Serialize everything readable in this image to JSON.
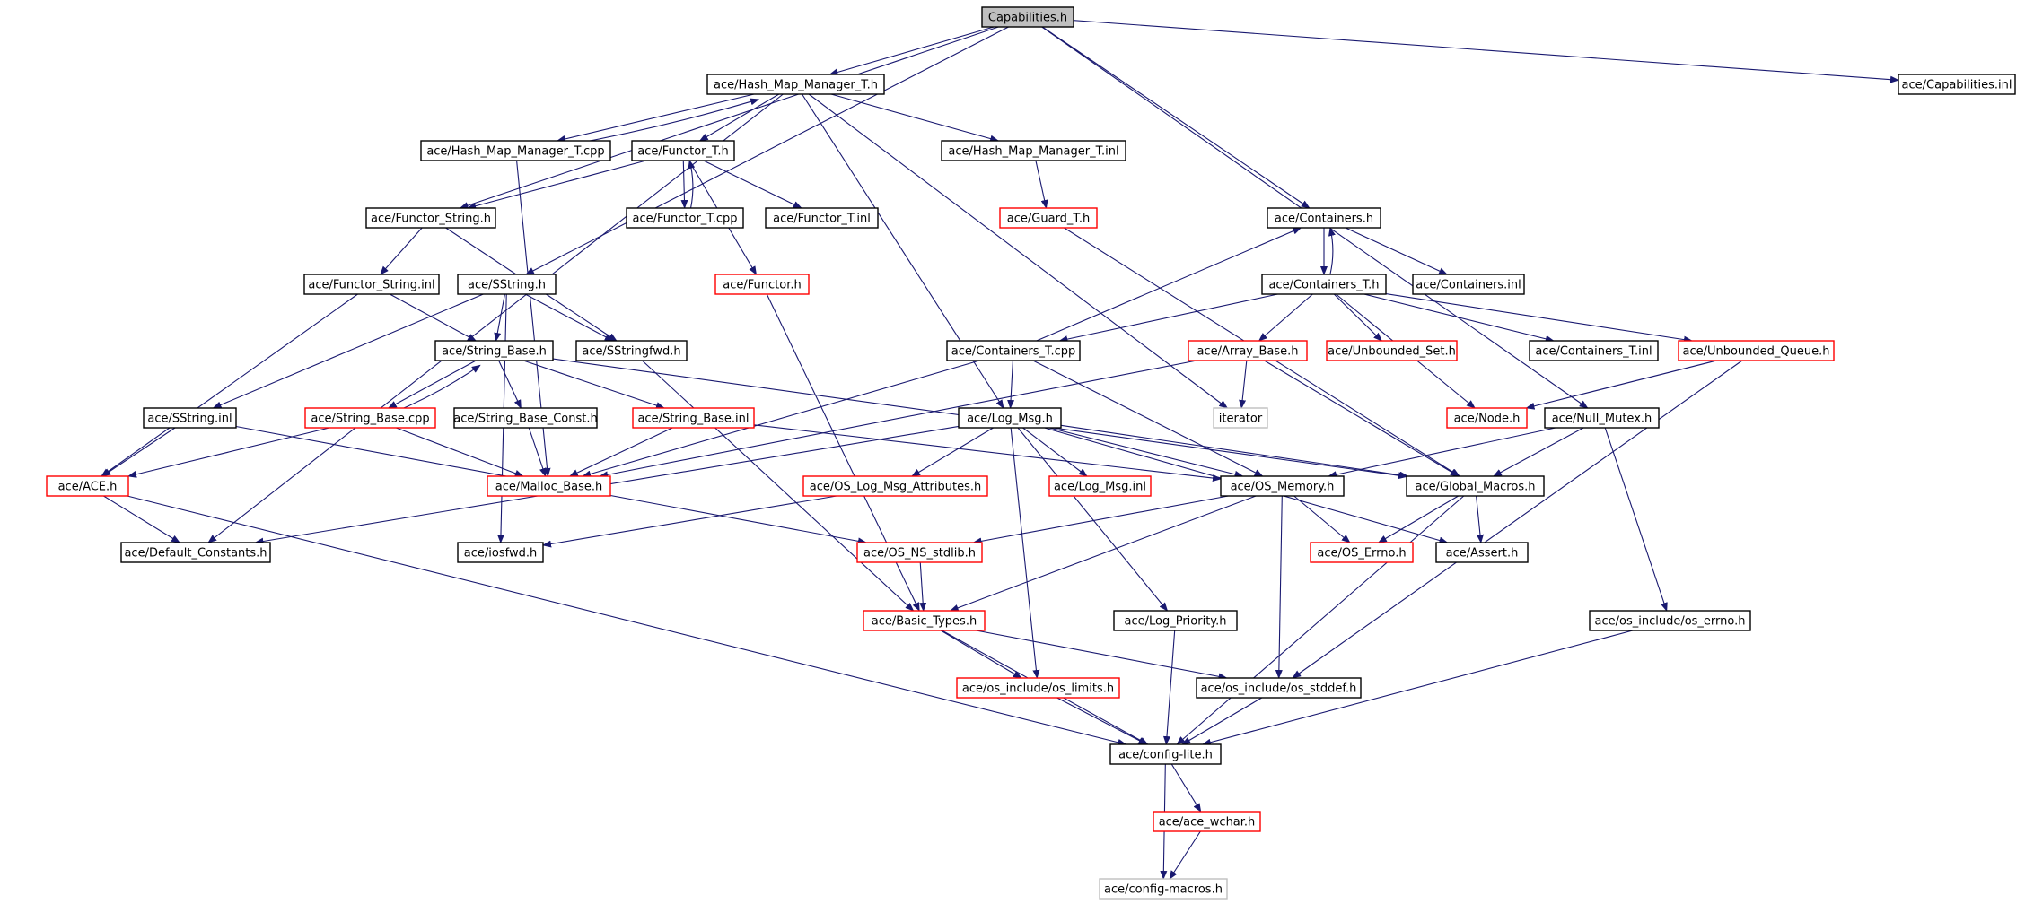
{
  "graph": {
    "nodes": [
      {
        "id": "capabilities_h",
        "label": "Capabilities.h",
        "style": "root"
      },
      {
        "id": "hash_map_manager_t_h",
        "label": "ace/Hash_Map_Manager_T.h",
        "style": "normal"
      },
      {
        "id": "capabilities_inl",
        "label": "ace/Capabilities.inl",
        "style": "normal"
      },
      {
        "id": "hash_map_manager_t_cpp",
        "label": "ace/Hash_Map_Manager_T.cpp",
        "style": "normal"
      },
      {
        "id": "functor_t_h",
        "label": "ace/Functor_T.h",
        "style": "normal"
      },
      {
        "id": "hash_map_manager_t_inl",
        "label": "ace/Hash_Map_Manager_T.inl",
        "style": "normal"
      },
      {
        "id": "functor_string_h",
        "label": "ace/Functor_String.h",
        "style": "normal"
      },
      {
        "id": "functor_t_cpp",
        "label": "ace/Functor_T.cpp",
        "style": "normal"
      },
      {
        "id": "functor_t_inl",
        "label": "ace/Functor_T.inl",
        "style": "normal"
      },
      {
        "id": "guard_t_h",
        "label": "ace/Guard_T.h",
        "style": "red"
      },
      {
        "id": "containers_h",
        "label": "ace/Containers.h",
        "style": "normal"
      },
      {
        "id": "functor_string_inl",
        "label": "ace/Functor_String.inl",
        "style": "normal"
      },
      {
        "id": "sstring_h",
        "label": "ace/SString.h",
        "style": "normal"
      },
      {
        "id": "functor_h",
        "label": "ace/Functor.h",
        "style": "red"
      },
      {
        "id": "containers_t_h",
        "label": "ace/Containers_T.h",
        "style": "normal"
      },
      {
        "id": "containers_inl",
        "label": "ace/Containers.inl",
        "style": "normal"
      },
      {
        "id": "string_base_h",
        "label": "ace/String_Base.h",
        "style": "normal"
      },
      {
        "id": "sstringfwd_h",
        "label": "ace/SStringfwd.h",
        "style": "normal"
      },
      {
        "id": "containers_t_cpp",
        "label": "ace/Containers_T.cpp",
        "style": "normal"
      },
      {
        "id": "array_base_h",
        "label": "ace/Array_Base.h",
        "style": "red"
      },
      {
        "id": "unbounded_set_h",
        "label": "ace/Unbounded_Set.h",
        "style": "red"
      },
      {
        "id": "containers_t_inl",
        "label": "ace/Containers_T.inl",
        "style": "normal"
      },
      {
        "id": "unbounded_queue_h",
        "label": "ace/Unbounded_Queue.h",
        "style": "red"
      },
      {
        "id": "sstring_inl",
        "label": "ace/SString.inl",
        "style": "normal"
      },
      {
        "id": "string_base_cpp",
        "label": "ace/String_Base.cpp",
        "style": "red"
      },
      {
        "id": "string_base_const_h",
        "label": "ace/String_Base_Const.h",
        "style": "normal"
      },
      {
        "id": "string_base_inl",
        "label": "ace/String_Base.inl",
        "style": "red"
      },
      {
        "id": "log_msg_h",
        "label": "ace/Log_Msg.h",
        "style": "normal"
      },
      {
        "id": "iterator",
        "label": "iterator",
        "style": "gray"
      },
      {
        "id": "node_h",
        "label": "ace/Node.h",
        "style": "red"
      },
      {
        "id": "null_mutex_h",
        "label": "ace/Null_Mutex.h",
        "style": "normal"
      },
      {
        "id": "ace_h",
        "label": "ace/ACE.h",
        "style": "red"
      },
      {
        "id": "malloc_base_h",
        "label": "ace/Malloc_Base.h",
        "style": "red"
      },
      {
        "id": "os_log_msg_attributes_h",
        "label": "ace/OS_Log_Msg_Attributes.h",
        "style": "red"
      },
      {
        "id": "log_msg_inl",
        "label": "ace/Log_Msg.inl",
        "style": "red"
      },
      {
        "id": "os_memory_h",
        "label": "ace/OS_Memory.h",
        "style": "normal"
      },
      {
        "id": "global_macros_h",
        "label": "ace/Global_Macros.h",
        "style": "normal"
      },
      {
        "id": "default_constants_h",
        "label": "ace/Default_Constants.h",
        "style": "normal"
      },
      {
        "id": "iosfwd_h",
        "label": "ace/iosfwd.h",
        "style": "normal"
      },
      {
        "id": "os_ns_stdlib_h",
        "label": "ace/OS_NS_stdlib.h",
        "style": "red"
      },
      {
        "id": "os_errno_h",
        "label": "ace/OS_Errno.h",
        "style": "red"
      },
      {
        "id": "assert_h",
        "label": "ace/Assert.h",
        "style": "normal"
      },
      {
        "id": "basic_types_h",
        "label": "ace/Basic_Types.h",
        "style": "red"
      },
      {
        "id": "log_priority_h",
        "label": "ace/Log_Priority.h",
        "style": "normal"
      },
      {
        "id": "os_include_os_errno_h",
        "label": "ace/os_include/os_errno.h",
        "style": "normal"
      },
      {
        "id": "os_include_os_limits_h",
        "label": "ace/os_include/os_limits.h",
        "style": "red"
      },
      {
        "id": "os_include_os_stddef_h",
        "label": "ace/os_include/os_stddef.h",
        "style": "normal"
      },
      {
        "id": "config_lite_h",
        "label": "ace/config-lite.h",
        "style": "normal"
      },
      {
        "id": "ace_wchar_h",
        "label": "ace/ace_wchar.h",
        "style": "red"
      },
      {
        "id": "config_macros_h",
        "label": "ace/config-macros.h",
        "style": "gray"
      }
    ],
    "edges": [
      [
        "capabilities_h",
        "hash_map_manager_t_h"
      ],
      [
        "capabilities_h",
        "capabilities_inl"
      ],
      [
        "capabilities_h",
        "functor_string_h"
      ],
      [
        "capabilities_h",
        "sstring_h"
      ],
      [
        "capabilities_h",
        "containers_h"
      ],
      [
        "capabilities_h",
        "null_mutex_h"
      ],
      [
        "hash_map_manager_t_h",
        "hash_map_manager_t_cpp"
      ],
      [
        "hash_map_manager_t_cpp",
        "hash_map_manager_t_h"
      ],
      [
        "hash_map_manager_t_h",
        "functor_t_h"
      ],
      [
        "hash_map_manager_t_h",
        "hash_map_manager_t_inl"
      ],
      [
        "hash_map_manager_t_h",
        "log_msg_h"
      ],
      [
        "hash_map_manager_t_h",
        "iterator"
      ],
      [
        "hash_map_manager_t_h",
        "default_constants_h"
      ],
      [
        "hash_map_manager_t_cpp",
        "malloc_base_h"
      ],
      [
        "functor_t_h",
        "functor_string_h"
      ],
      [
        "functor_t_h",
        "functor_t_cpp"
      ],
      [
        "functor_t_cpp",
        "functor_t_h"
      ],
      [
        "functor_t_h",
        "functor_t_inl"
      ],
      [
        "functor_t_h",
        "functor_h"
      ],
      [
        "hash_map_manager_t_inl",
        "guard_t_h"
      ],
      [
        "guard_t_h",
        "global_macros_h"
      ],
      [
        "functor_string_h",
        "functor_string_inl"
      ],
      [
        "functor_string_h",
        "sstringfwd_h"
      ],
      [
        "functor_string_inl",
        "string_base_h"
      ],
      [
        "functor_string_inl",
        "ace_h"
      ],
      [
        "sstring_h",
        "string_base_h"
      ],
      [
        "sstring_h",
        "sstringfwd_h"
      ],
      [
        "sstring_h",
        "sstring_inl"
      ],
      [
        "sstring_h",
        "iosfwd_h"
      ],
      [
        "sstringfwd_h",
        "basic_types_h"
      ],
      [
        "functor_h",
        "basic_types_h"
      ],
      [
        "containers_h",
        "containers_t_h"
      ],
      [
        "containers_t_h",
        "containers_h"
      ],
      [
        "containers_h",
        "containers_inl"
      ],
      [
        "containers_t_h",
        "containers_t_cpp"
      ],
      [
        "containers_t_cpp",
        "containers_h"
      ],
      [
        "containers_t_h",
        "array_base_h"
      ],
      [
        "containers_t_h",
        "unbounded_set_h"
      ],
      [
        "containers_t_h",
        "node_h"
      ],
      [
        "containers_t_h",
        "containers_t_inl"
      ],
      [
        "containers_t_h",
        "unbounded_queue_h"
      ],
      [
        "containers_t_cpp",
        "log_msg_h"
      ],
      [
        "containers_t_cpp",
        "malloc_base_h"
      ],
      [
        "containers_t_cpp",
        "os_memory_h"
      ],
      [
        "array_base_h",
        "iterator"
      ],
      [
        "array_base_h",
        "malloc_base_h"
      ],
      [
        "array_base_h",
        "global_macros_h"
      ],
      [
        "unbounded_queue_h",
        "node_h"
      ],
      [
        "unbounded_queue_h",
        "os_include_os_stddef_h"
      ],
      [
        "string_base_h",
        "string_base_cpp"
      ],
      [
        "string_base_cpp",
        "string_base_h"
      ],
      [
        "string_base_h",
        "string_base_const_h"
      ],
      [
        "string_base_h",
        "string_base_inl"
      ],
      [
        "string_base_h",
        "global_macros_h"
      ],
      [
        "sstring_inl",
        "ace_h"
      ],
      [
        "sstring_inl",
        "os_ns_stdlib_h"
      ],
      [
        "string_base_cpp",
        "malloc_base_h"
      ],
      [
        "string_base_cpp",
        "ace_h"
      ],
      [
        "string_base_const_h",
        "malloc_base_h"
      ],
      [
        "string_base_inl",
        "malloc_base_h"
      ],
      [
        "string_base_inl",
        "os_memory_h"
      ],
      [
        "log_msg_h",
        "os_log_msg_attributes_h"
      ],
      [
        "log_msg_h",
        "log_msg_inl"
      ],
      [
        "log_msg_h",
        "os_memory_h"
      ],
      [
        "log_msg_h",
        "global_macros_h"
      ],
      [
        "log_msg_h",
        "default_constants_h"
      ],
      [
        "log_msg_h",
        "log_priority_h"
      ],
      [
        "log_msg_h",
        "os_include_os_limits_h"
      ],
      [
        "log_msg_h",
        "assert_h"
      ],
      [
        "null_mutex_h",
        "os_memory_h"
      ],
      [
        "null_mutex_h",
        "global_macros_h"
      ],
      [
        "null_mutex_h",
        "os_include_os_errno_h"
      ],
      [
        "ace_h",
        "default_constants_h"
      ],
      [
        "ace_h",
        "config_lite_h"
      ],
      [
        "os_log_msg_attributes_h",
        "iosfwd_h"
      ],
      [
        "os_memory_h",
        "os_ns_stdlib_h"
      ],
      [
        "os_memory_h",
        "os_errno_h"
      ],
      [
        "os_memory_h",
        "basic_types_h"
      ],
      [
        "os_memory_h",
        "os_include_os_stddef_h"
      ],
      [
        "global_macros_h",
        "os_errno_h"
      ],
      [
        "global_macros_h",
        "assert_h"
      ],
      [
        "global_macros_h",
        "config_lite_h"
      ],
      [
        "os_ns_stdlib_h",
        "basic_types_h"
      ],
      [
        "basic_types_h",
        "os_include_os_limits_h"
      ],
      [
        "basic_types_h",
        "os_include_os_stddef_h"
      ],
      [
        "basic_types_h",
        "config_lite_h"
      ],
      [
        "log_priority_h",
        "config_lite_h"
      ],
      [
        "os_include_os_errno_h",
        "config_lite_h"
      ],
      [
        "os_include_os_limits_h",
        "config_lite_h"
      ],
      [
        "os_include_os_stddef_h",
        "config_lite_h"
      ],
      [
        "config_lite_h",
        "ace_wchar_h"
      ],
      [
        "config_lite_h",
        "config_macros_h"
      ],
      [
        "ace_wchar_h",
        "config_macros_h"
      ]
    ]
  }
}
